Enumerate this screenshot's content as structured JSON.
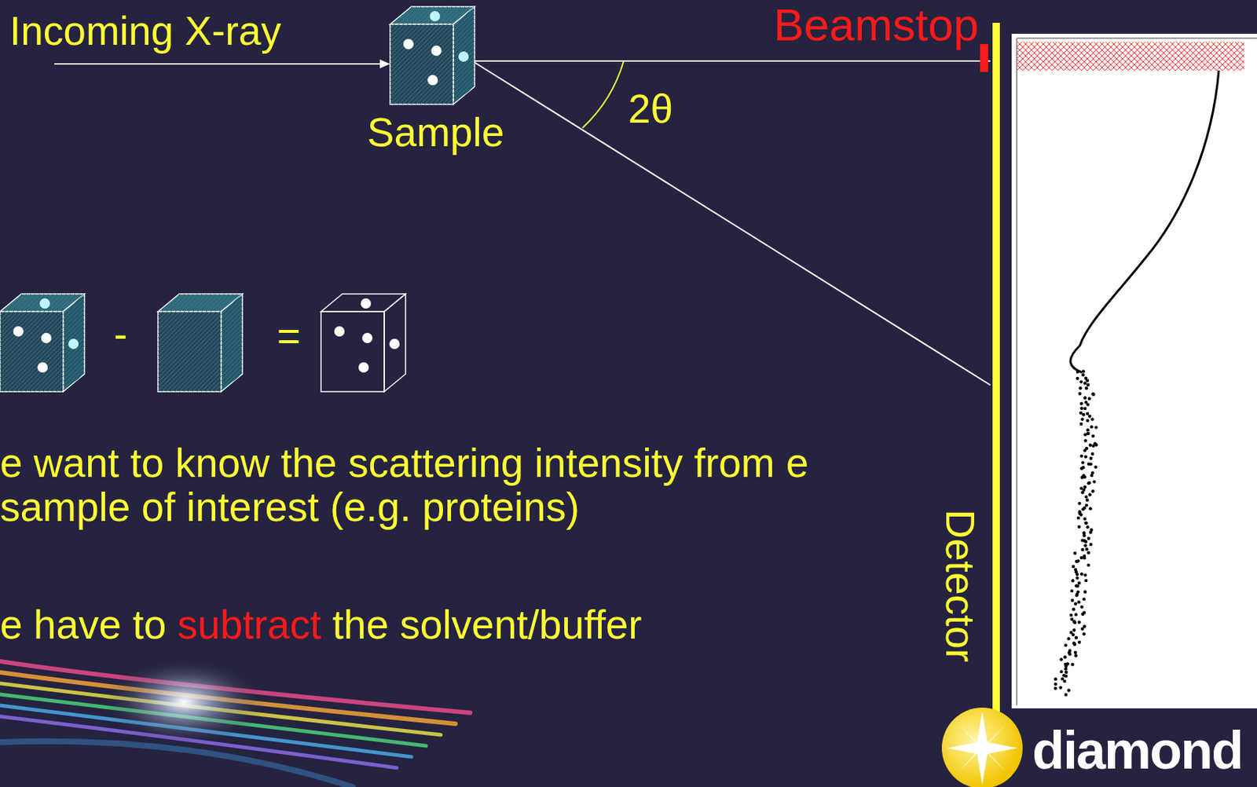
{
  "diagram": {
    "nodes": [
      {
        "text": [
          "Sample"
        ]
      }
    ],
    "labels": [
      "Incoming X-ray",
      "2θ",
      "Beamstop",
      "Detector",
      "-",
      "=",
      "e want to know the scattering intensity from e sample of interest (e.g. proteins)",
      "e have to ",
      "subtract",
      " the solvent/buffer",
      "diamond"
    ]
  }
}
